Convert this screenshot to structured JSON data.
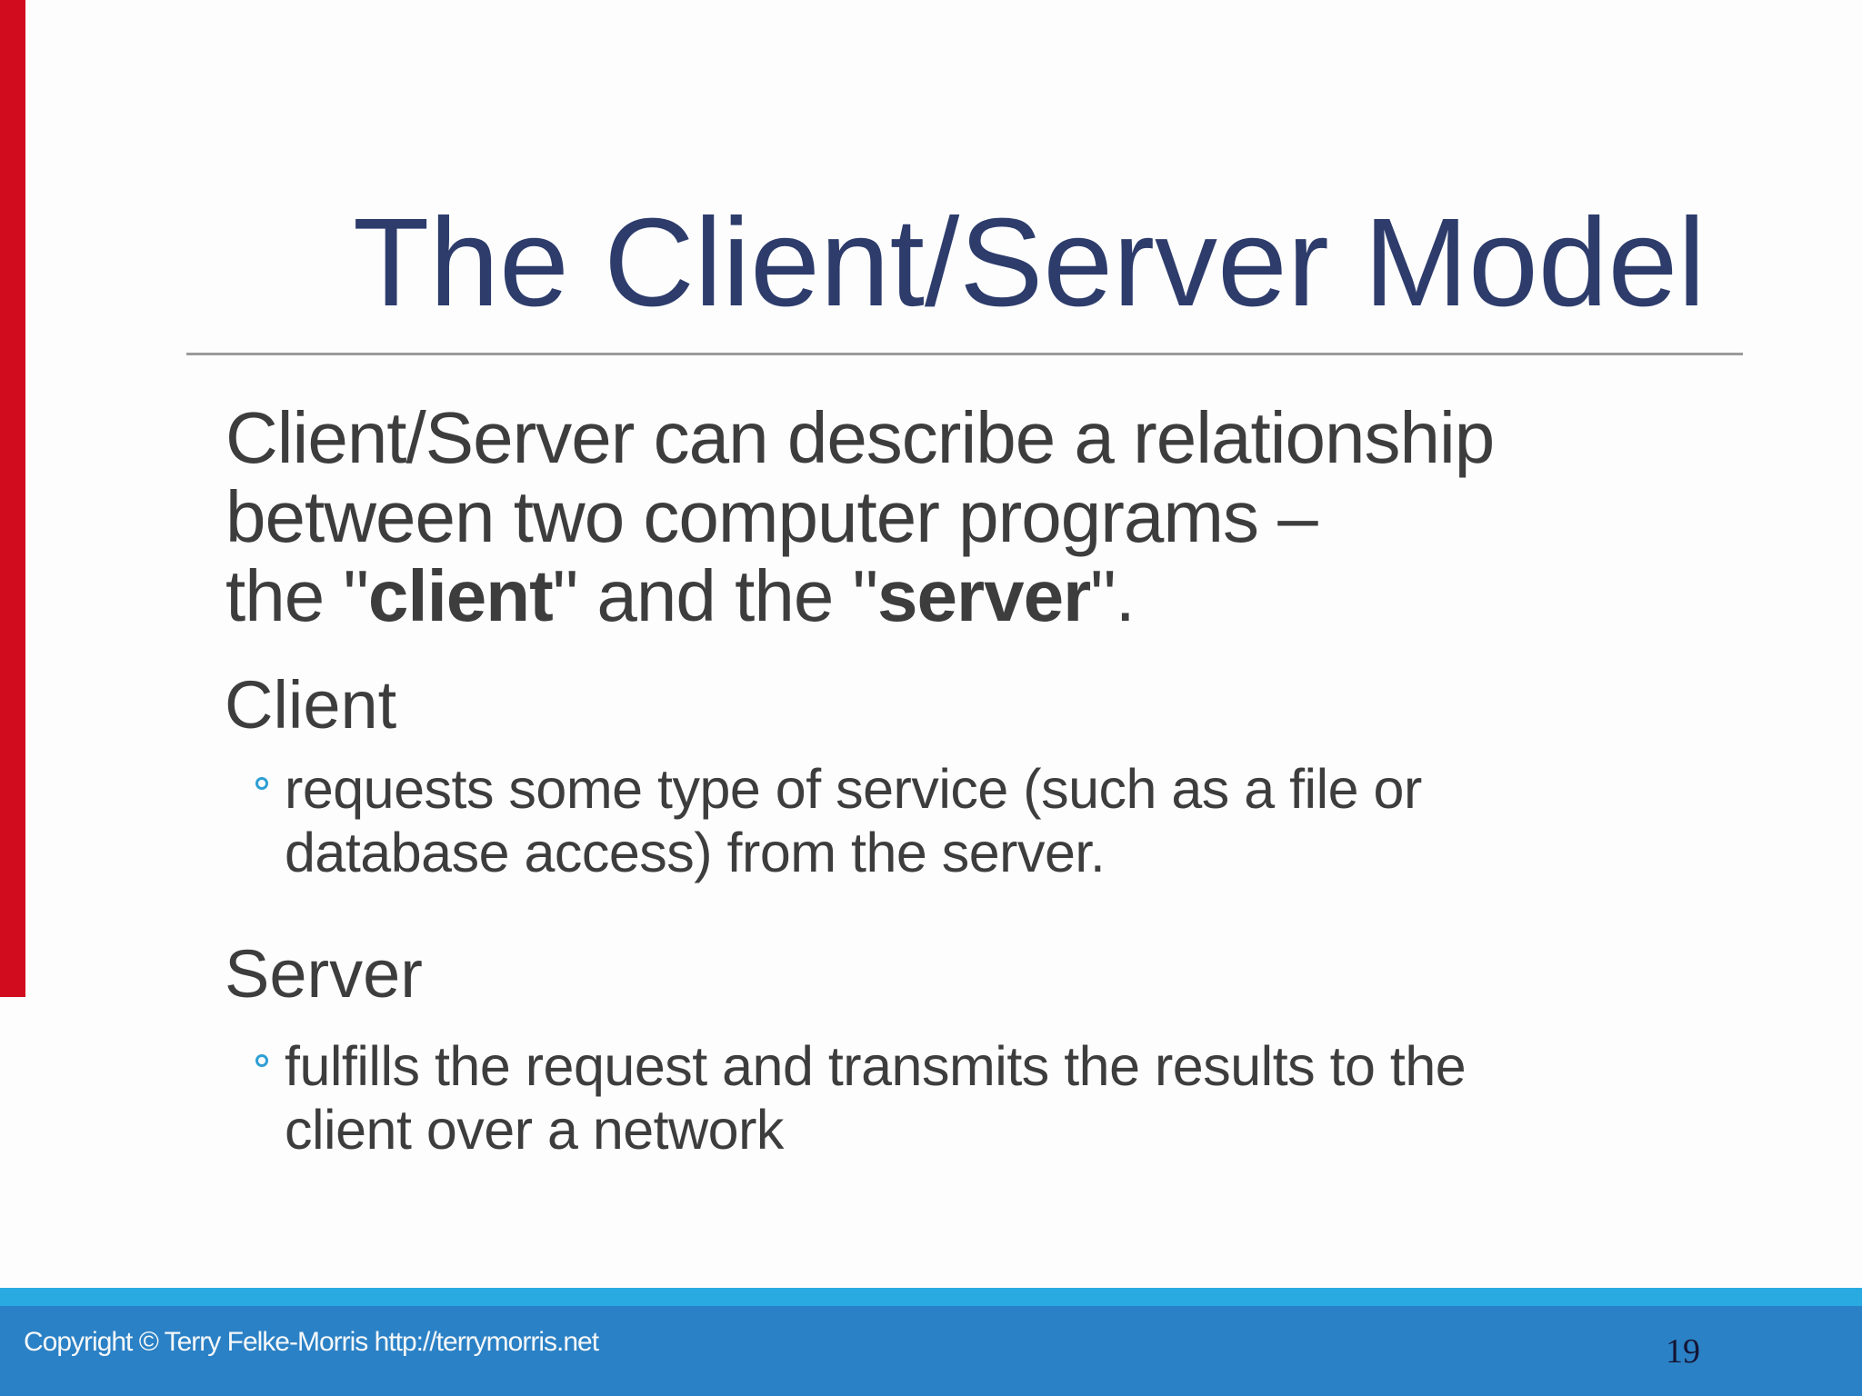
{
  "slide": {
    "title": "The Client/Server Model",
    "intro": {
      "line1": "Client/Server can describe a relationship",
      "line2": "between two computer programs –",
      "line3_pre": "the \"",
      "line3_bold1": "client",
      "line3_mid": "\" and the \"",
      "line3_bold2": "server",
      "line3_post": "\"."
    },
    "sections": [
      {
        "heading": "Client",
        "bullet": "requests some type of service (such as a file or\ndatabase access) from the server."
      },
      {
        "heading": "Server",
        "bullet": "fulfills the request and transmits the results to the\nclient over a network"
      }
    ]
  },
  "footer": {
    "copyright": "Copyright © Terry Felke-Morris http://terrymorris.net",
    "page_number": "19"
  },
  "colors": {
    "bg": "#fdfdfe",
    "accent-red": "#d00c1e",
    "title-navy": "#2d3c6b",
    "divider-gray": "#9b9b9b",
    "body-gray": "#3d3d3d",
    "bullet-blue": "#2e9fd4",
    "footer-cyan": "#29abe2",
    "footer-blue": "#2b81c5",
    "footer-text": "#f5f8fa",
    "pagenum-navy": "#141434"
  }
}
